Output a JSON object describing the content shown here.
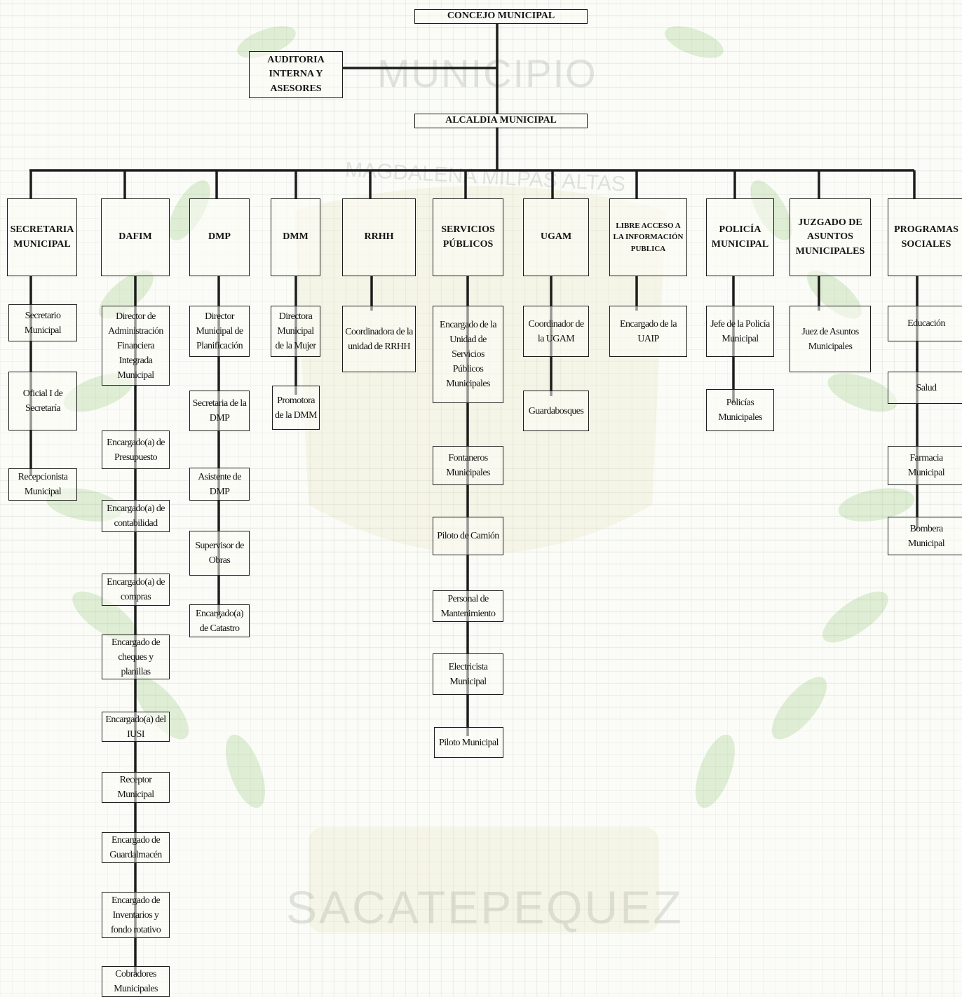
{
  "watermark": {
    "top_text": "MUNICIPIO",
    "arc_text": "MAGDALENA MILPAS ALTAS",
    "banner_text": "SACATEPEQUEZ",
    "color": "#9aa39a"
  },
  "org": {
    "concejo": "CONCEJO MUNICIPAL",
    "auditoria": "AUDITORIA INTERNA Y ASESORES",
    "alcaldia": "ALCALDIA MUNICIPAL",
    "departments": [
      {
        "name": "SECRETARIA MUNICIPAL",
        "units": [
          "Secretario Municipal",
          "Oficial I de Secretaría",
          "Recepcionista Municipal"
        ]
      },
      {
        "name": "DAFIM",
        "units": [
          "Director de Administración Financiera Integrada Municipal",
          "Encargado(a) de Presupuesto",
          "Encargado(a) de contabilidad",
          "Encargado(a) de compras",
          "Encargado de cheques y planillas",
          "Encargado(a) del IUSI",
          "Receptor Municipal",
          "Encargado de Guardalmacén",
          "Encargado de Inventarios y fondo rotativo",
          "Cobradores Municipales"
        ]
      },
      {
        "name": "DMP",
        "units": [
          "Director Municipal de Planificación",
          "Secretaria de la DMP",
          "Asistente de DMP",
          "Supervisor de Obras",
          "Encargado(a) de Catastro"
        ]
      },
      {
        "name": "DMM",
        "units": [
          "Directora Municipal de la Mujer",
          "Promotora de la DMM"
        ]
      },
      {
        "name": "RRHH",
        "units": [
          "Coordinadora de la unidad de RRHH"
        ]
      },
      {
        "name": "SERVICIOS PÚBLICOS",
        "units": [
          "Encargado de la Unidad de Servicios Públicos Municipales",
          "Fontaneros Municipales",
          "Piloto de Camión",
          "Personal de Mantenimiento",
          "Electricista Municipal",
          "Piloto Municipal"
        ]
      },
      {
        "name": "UGAM",
        "units": [
          "Coordinador de la UGAM",
          "Guardabosques"
        ]
      },
      {
        "name": "LIBRE ACCESO A LA INFORMACIÓN PUBLICA",
        "units": [
          "Encargado de la UAIP"
        ]
      },
      {
        "name": "POLICÍA MUNICIPAL",
        "units": [
          "Jefe de la Policía Municipal",
          "Policías Municipales"
        ]
      },
      {
        "name": "JUZGADO DE ASUNTOS MUNICIPALES",
        "units": [
          "Juez de Asuntos Municipales"
        ]
      },
      {
        "name": "PROGRAMAS SOCIALES",
        "units": [
          "Educación",
          "Salud",
          "Farmacia Municipal",
          "Bombera Municipal"
        ]
      }
    ]
  }
}
